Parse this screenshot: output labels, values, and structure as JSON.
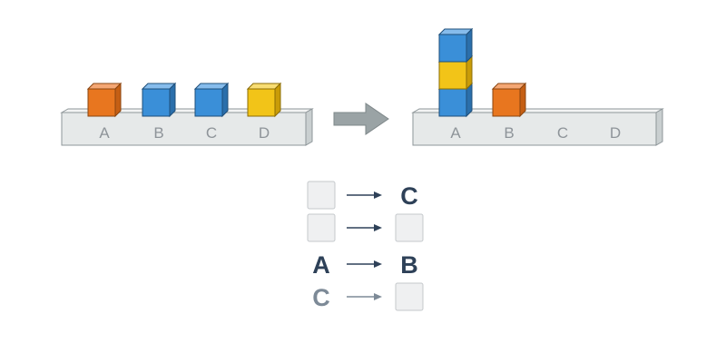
{
  "colors": {
    "orange": "#e8761f",
    "blue": "#3a8fd8",
    "yellow": "#f2c418",
    "table": "#e6e9e9",
    "arrow": "#9aa3a5",
    "dark_text": "#2e4158",
    "faded_text": "#7d8a97",
    "placeholder": "#eff0f1"
  },
  "diagram": {
    "initial_state": {
      "positions": [
        "A",
        "B",
        "C",
        "D"
      ],
      "stacks": {
        "A": [
          "orange"
        ],
        "B": [
          "blue"
        ],
        "C": [
          "blue"
        ],
        "D": [
          "yellow"
        ]
      }
    },
    "transition_icon": "right-arrow-icon",
    "goal_state": {
      "positions": [
        "A",
        "B",
        "C",
        "D"
      ],
      "stacks": {
        "A": [
          "blue",
          "yellow",
          "blue"
        ],
        "B": [
          "orange"
        ],
        "C": [],
        "D": []
      }
    },
    "moves": [
      {
        "from": "",
        "to": "C",
        "style": "dark"
      },
      {
        "from": "",
        "to": "",
        "style": "dark"
      },
      {
        "from": "A",
        "to": "B",
        "style": "dark"
      },
      {
        "from": "C",
        "to": "",
        "style": "faded"
      }
    ]
  }
}
